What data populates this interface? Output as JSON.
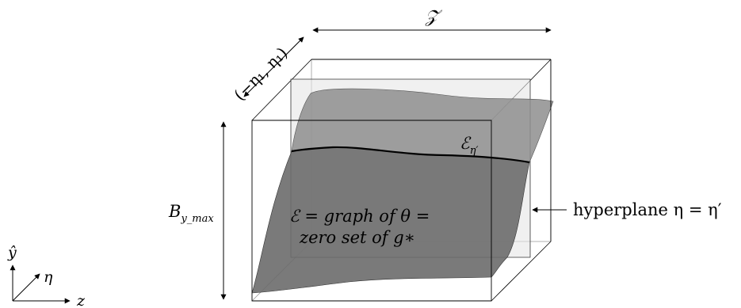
{
  "labels": {
    "z_range": "𝒵",
    "eta_range": "(−η₁, η₁)",
    "b_label": "B",
    "b_sub": "y_max",
    "e_eta_prime": "ℰ",
    "e_eta_prime_sub": "η′",
    "surface_line1": "ℰ = graph of θ =",
    "surface_line2": "zero set of g∗",
    "hyperplane": "hyperplane η = η′"
  },
  "axes": {
    "y_hat": "ŷ",
    "eta": "η",
    "z": "z"
  },
  "colors": {
    "surface_back": "#8e8e8e",
    "surface_front": "#6b6b6b",
    "hyperplane_fill": "#e6e6e6",
    "box_line": "#000000"
  }
}
